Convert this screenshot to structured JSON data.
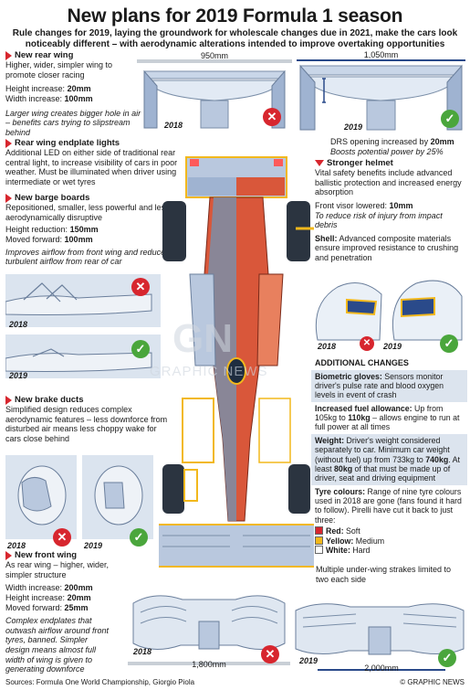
{
  "title": "New plans for 2019 Formula 1 season",
  "intro": "Rule changes for 2019, laying the groundwork for wholescale changes due in 2021, make the cars look noticeably different – with aerodynamic alterations intended to improve overtaking opportunities",
  "rear_wing": {
    "title": "New rear wing",
    "desc": "Higher, wider, simpler wing to promote closer racing",
    "height_label": "Height increase:",
    "height_value": "20mm",
    "width_label": "Width increase:",
    "width_value": "100mm",
    "note": "Larger wing creates bigger hole in air – benefits cars trying to slipstream behind",
    "old_width": "950mm",
    "new_width": "1,050mm",
    "year_old": "2018",
    "year_new": "2019"
  },
  "drs": {
    "text_pre": "DRS opening increased by ",
    "value": "20mm",
    "note": "Boosts potential power by 25%"
  },
  "endplate_lights": {
    "title": "Rear wing endplate lights",
    "desc": "Additional LED on either side of traditional rear central light, to increase visibility of cars in poor weather. Must be illuminated when driver using intermediate or wet tyres"
  },
  "helmet": {
    "title": "Stronger helmet",
    "desc": "Vital safety benefits include advanced ballistic protection and increased energy absorption",
    "visor_label": "Front visor lowered:",
    "visor_value": "10mm",
    "visor_note": "To reduce risk of injury from impact debris",
    "shell_label": "Shell:",
    "shell_text": "Advanced composite materials ensure improved resistance to crushing and penetration",
    "year_old": "2018",
    "year_new": "2019"
  },
  "barge_boards": {
    "title": "New barge boards",
    "desc": "Repositioned, smaller, less powerful and less aerodynamically disruptive",
    "height_label": "Height reduction:",
    "height_value": "150mm",
    "moved_label": "Moved forward:",
    "moved_value": "100mm",
    "note": "Improves airflow from front wing and reduces turbulent airflow from rear of car",
    "year_old": "2018",
    "year_new": "2019"
  },
  "brake_ducts": {
    "title": "New brake ducts",
    "desc": "Simplified design reduces complex aerodynamic features – less downforce from disturbed air means less choppy wake for cars close behind",
    "year_old": "2018",
    "year_new": "2019"
  },
  "front_wing": {
    "title": "New front wing",
    "desc": "As rear wing – higher, wider, simpler structure",
    "width_label": "Width increase:",
    "width_value": "200mm",
    "height_label": "Height increase:",
    "height_value": "20mm",
    "moved_label": "Moved forward:",
    "moved_value": "25mm",
    "note": "Complex endplates that outwash airflow around front tyres, banned. Simpler design means almost full width of wing is given to generating downforce",
    "old_width": "1,800mm",
    "new_width": "2,000mm",
    "year_old": "2018",
    "year_new": "2019"
  },
  "under_wing": {
    "text": "Multiple under-wing strakes limited to two each side"
  },
  "additional": {
    "heading": "ADDITIONAL CHANGES",
    "gloves_label": "Biometric gloves:",
    "gloves_text": "Sensors monitor driver's pulse rate and blood oxygen levels in event of crash",
    "fuel_label": "Increased fuel allowance:",
    "fuel_text_1": "Up from 105kg to ",
    "fuel_value": "110kg",
    "fuel_text_2": " – allows engine to run at full power at all times",
    "weight_label": "Weight:",
    "weight_text_1": "Driver's weight considered separately to car. Minimum car weight (without fuel) up from 733kg to ",
    "weight_value_1": "740kg",
    "weight_text_2": ". At least ",
    "weight_value_2": "80kg",
    "weight_text_3": " of that must be made up of driver, seat and driving equipment",
    "tyres_label": "Tyre colours:",
    "tyres_text": "Range of nine tyre colours used in 2018 are gone (fans found it hard to follow). Pirelli have cut it back to just three:",
    "tyres": [
      {
        "label": "Red:",
        "type": "Soft",
        "color": "#d7262e"
      },
      {
        "label": "Yellow:",
        "type": "Medium",
        "color": "#f2b81c"
      },
      {
        "label": "White:",
        "type": "Hard",
        "color": "#ffffff"
      }
    ]
  },
  "watermark": "GN",
  "watermark_text": "GRAPHIC NEWS",
  "footer": {
    "sources": "Sources: Formula One World Championship, Giorgio Piola",
    "credit": "© GRAPHIC NEWS"
  }
}
